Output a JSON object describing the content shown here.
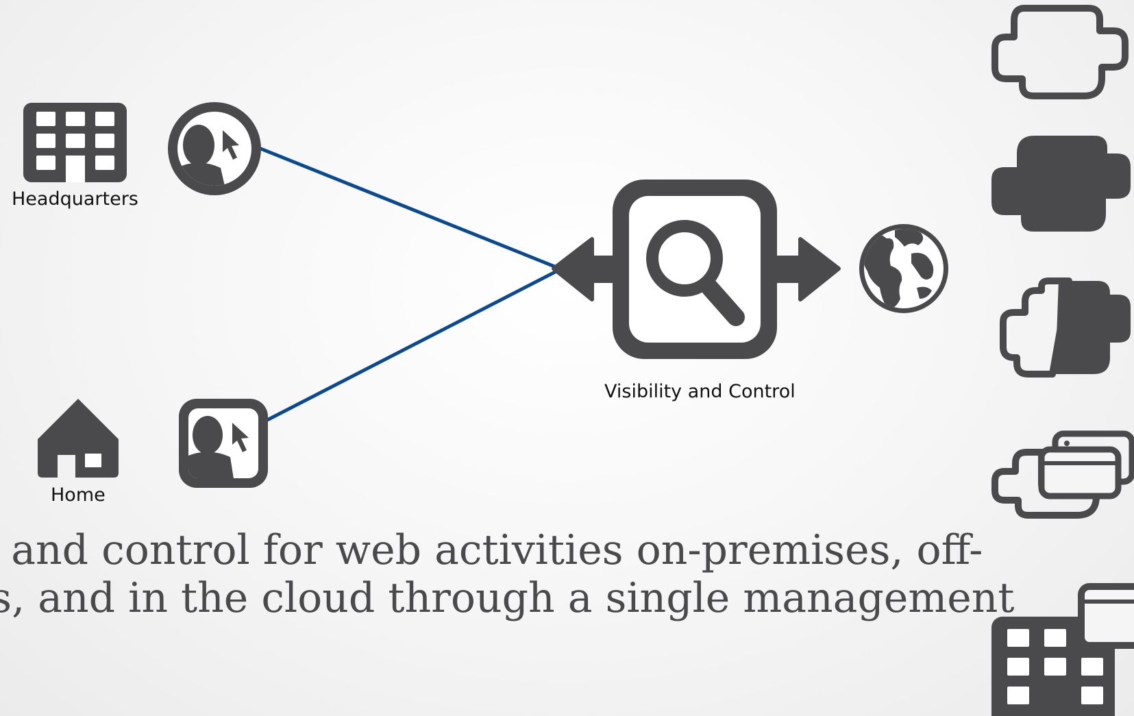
{
  "labels": {
    "headquarters": "Headquarters",
    "home": "Home",
    "visibility": "Visibility and Control"
  },
  "caption": {
    "line1": "ity and control for web activities on-premises, off-",
    "line2": "ses, and in the cloud through a single management"
  },
  "colors": {
    "icon": "#4a4a4d",
    "connector": "#0a4a93",
    "background": "#f5f5f5"
  },
  "icons": [
    "building-icon",
    "user-pointer-round-icon",
    "house-icon",
    "user-pointer-square-icon",
    "magnifier-inspect-icon",
    "double-arrow-icon",
    "globe-icon",
    "cloud-outline-icon",
    "cloud-filled-icon",
    "cloud-half-icon",
    "cloud-windows-icon",
    "building-window-icon"
  ]
}
